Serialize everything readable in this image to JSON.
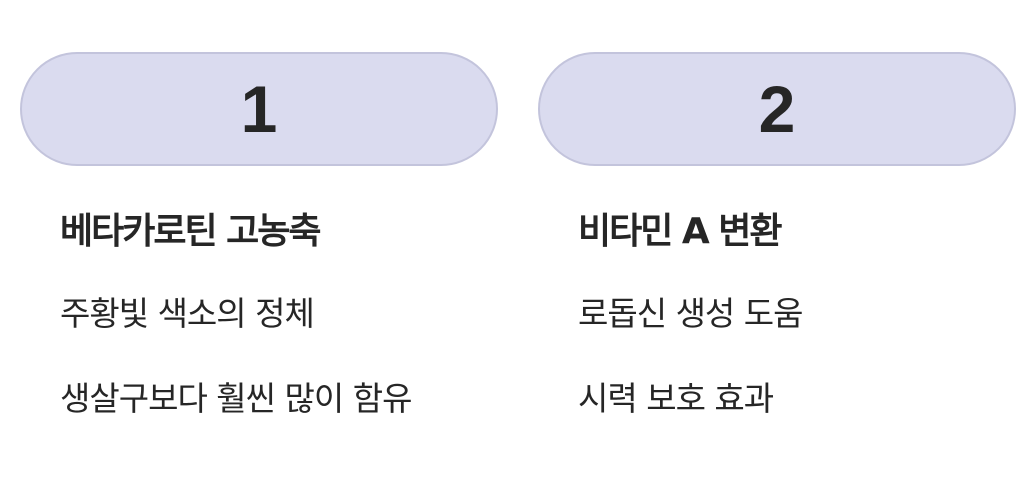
{
  "cards": [
    {
      "number": "1",
      "title": "베타카로틴 고농축",
      "lines": [
        "주황빛 색소의 정체",
        "생살구보다 훨씬 많이 함유"
      ]
    },
    {
      "number": "2",
      "title": "비타민 A 변환",
      "lines": [
        "로돕신 생성 도움",
        "시력 보호 효과"
      ]
    }
  ],
  "colors": {
    "pill_bg": "#dadbef",
    "pill_border": "#c3c4dc",
    "text": "#262626"
  }
}
